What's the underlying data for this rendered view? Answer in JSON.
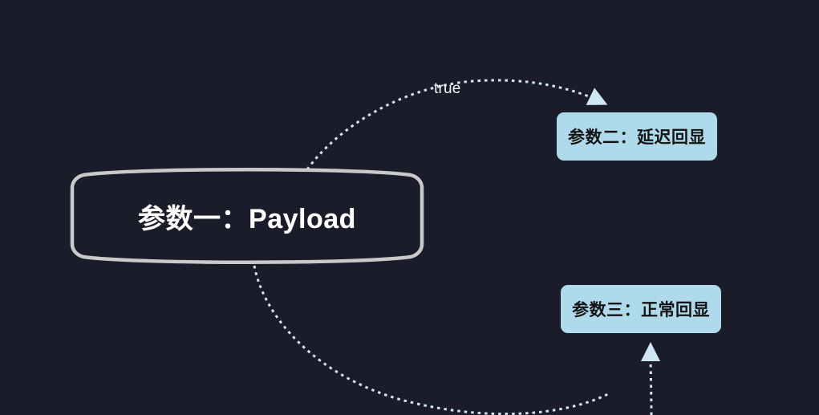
{
  "diagram": {
    "type": "flowchart",
    "background_color": "#1b1c29",
    "title_node": {
      "id": "payload",
      "label": "参数一：Payload",
      "shape": "curved-hexagon",
      "border_color": "#c9c9c9",
      "text_color": "#ffffff"
    },
    "nodes": [
      {
        "id": "param2",
        "label": "参数二：延迟回显",
        "shape": "rounded-rect",
        "fill_color": "#aedaec",
        "text_color": "#141414"
      },
      {
        "id": "param3",
        "label": "参数三：正常回显",
        "shape": "rounded-rect",
        "fill_color": "#aedaec",
        "text_color": "#141414"
      }
    ],
    "edges": [
      {
        "id": "edge-payload-param2",
        "from": "payload",
        "to": "param2",
        "label": "true",
        "style": "dotted",
        "color": "#cfe6f4",
        "arrow": "triangle"
      },
      {
        "id": "edge-payload-param3",
        "from": "payload",
        "to": "param3",
        "label": "",
        "style": "dotted",
        "color": "#cfe6f4",
        "arrow": "triangle"
      }
    ]
  }
}
